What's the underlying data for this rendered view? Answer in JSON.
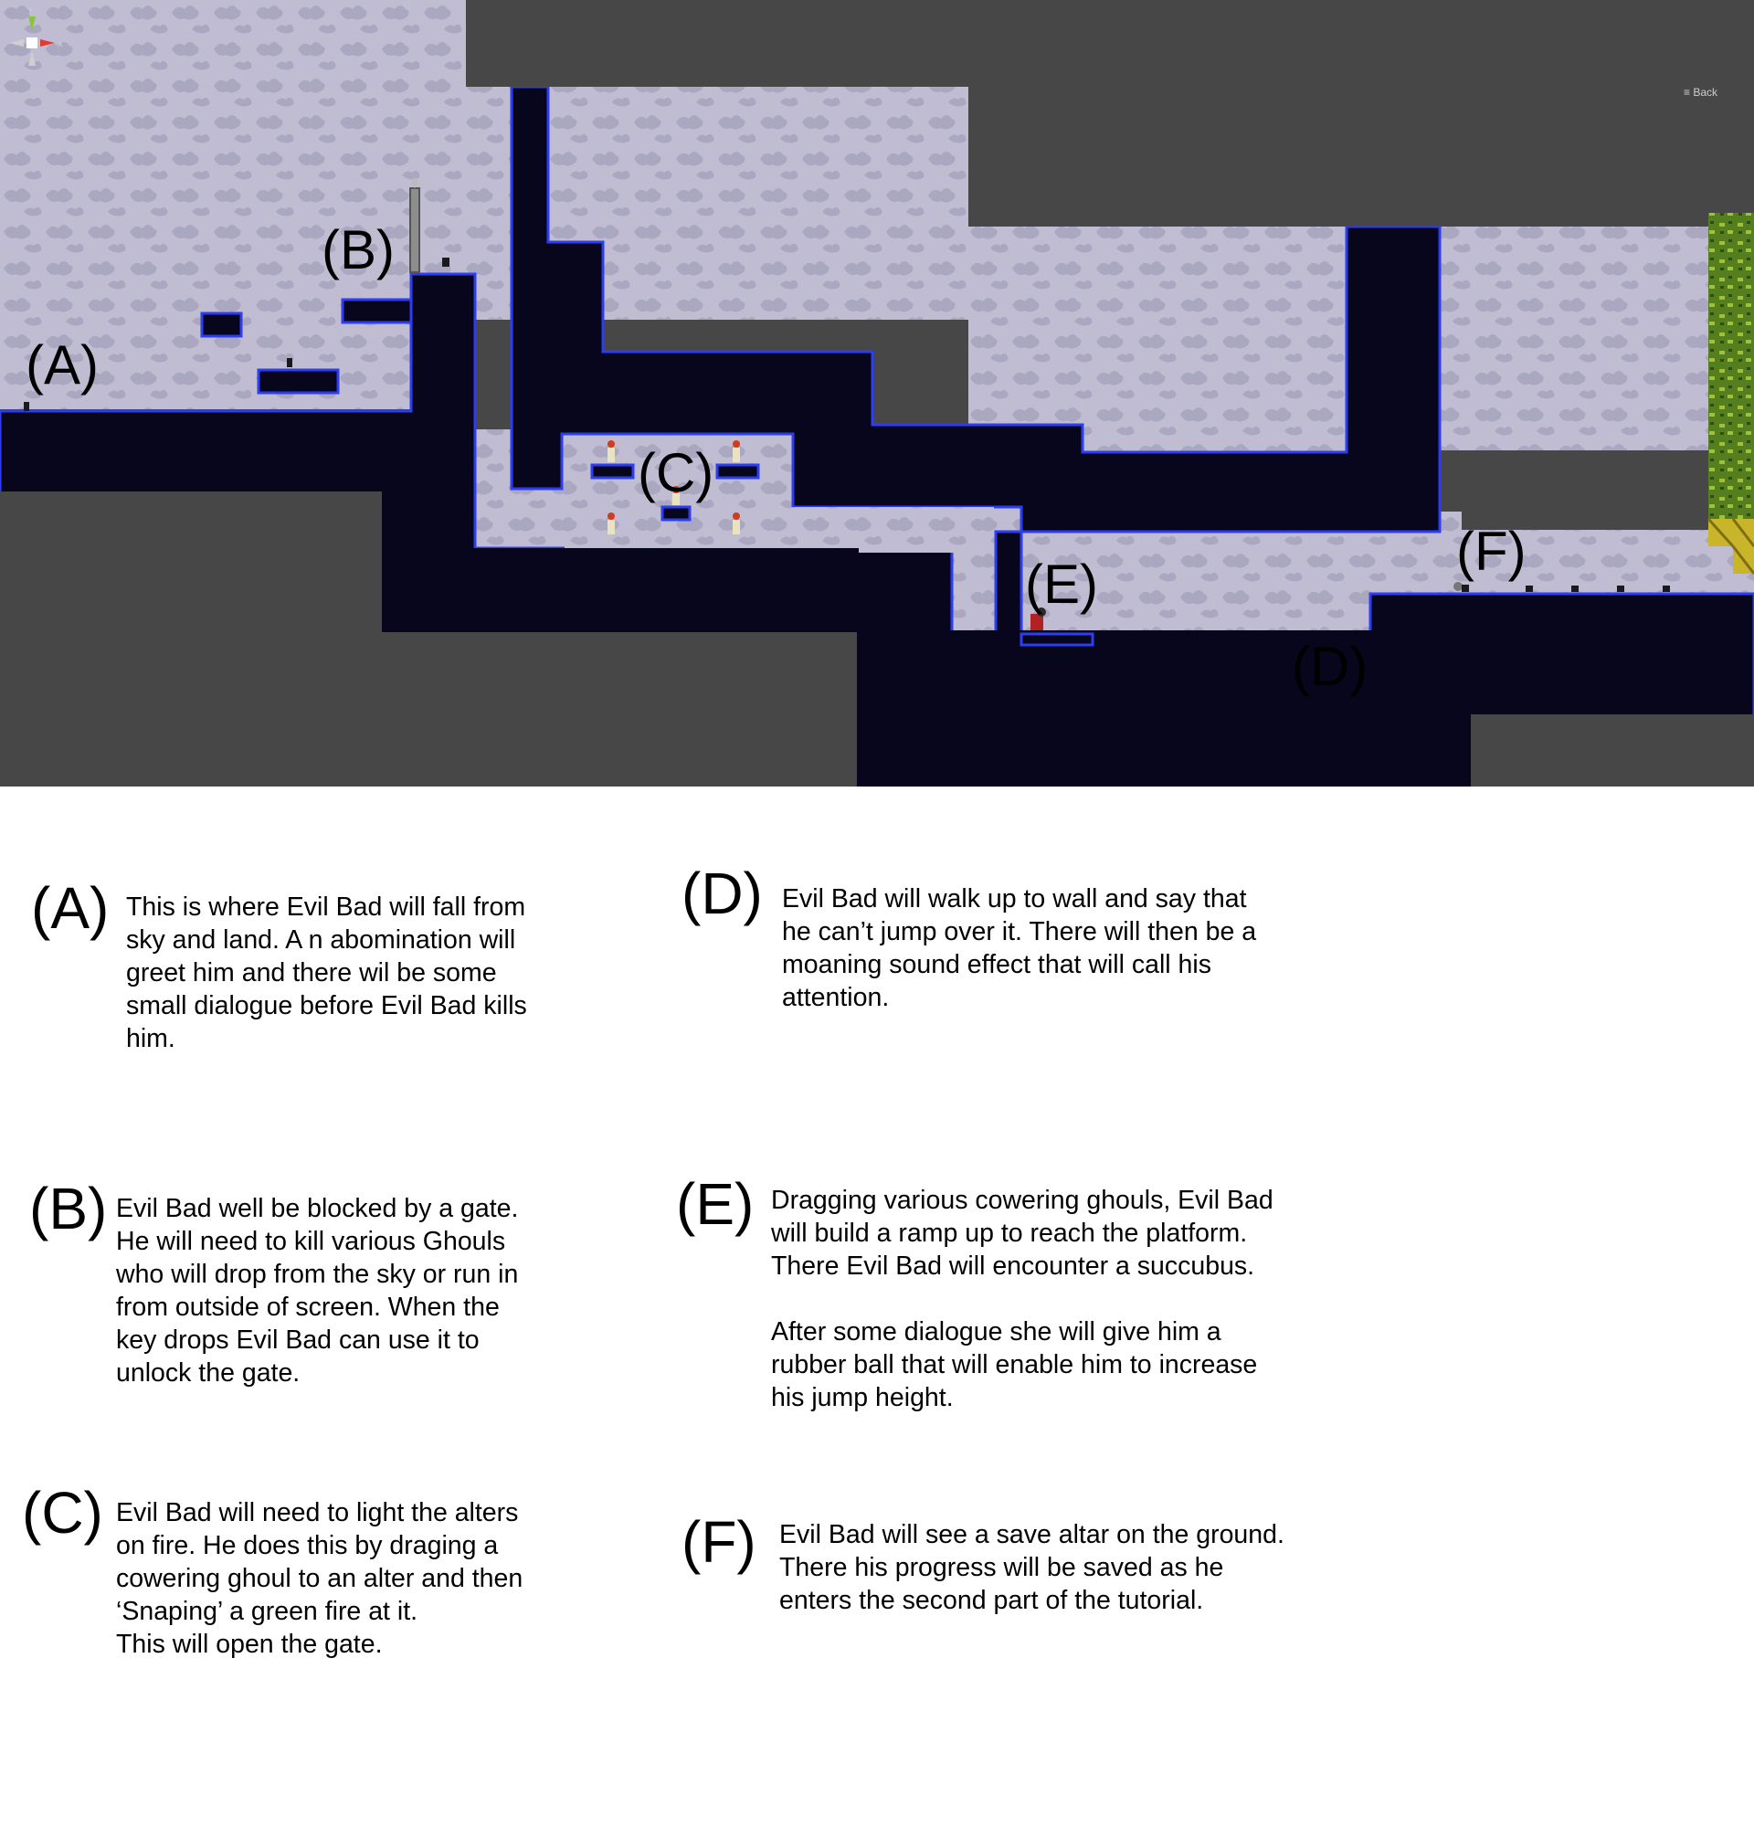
{
  "map": {
    "labels": {
      "a": "(A)",
      "b": "(B)",
      "c": "(C)",
      "d": "(D)",
      "e": "(E)",
      "f": "(F)"
    },
    "colors": {
      "void": "#474747",
      "wall": "#07061c",
      "edge": "#2c3df2",
      "background_tile": "#c0bdd3",
      "background_pattern": "#a9a6c0",
      "vine": "#4e7a1d",
      "yellow_block": "#c9b52a"
    },
    "gizmo": {
      "y_axis": "y",
      "x_axis": "x",
      "view_label": "Back"
    }
  },
  "notes": {
    "a": {
      "key": "(A)",
      "text": "This is where Evil Bad will fall from\nsky and land. A n abomination will\ngreet him and there wil be some\nsmall dialogue before Evil Bad kills\nhim."
    },
    "b": {
      "key": "(B)",
      "text": "Evil Bad well be blocked by a gate.\nHe will need to kill various Ghouls\nwho will drop from the sky or run in\nfrom outside of screen. When the\nkey drops Evil Bad can use it to\nunlock the gate."
    },
    "c": {
      "key": "(C)",
      "text": "Evil Bad will need to light the alters\non fire. He does this by draging a\ncowering ghoul to an alter and then\n‘Snaping’ a green fire at it.\nThis will open the gate."
    },
    "d": {
      "key": "(D)",
      "text": "Evil Bad will walk up to wall and say that\nhe can’t jump over it. There will then be a\nmoaning sound effect that will call his\nattention."
    },
    "e": {
      "key": "(E)",
      "text": "Dragging various cowering ghouls, Evil Bad\nwill build a ramp up to reach the platform.\nThere Evil Bad will encounter a succubus.\n\nAfter some dialogue she will give him a\nrubber ball that will enable him to increase\nhis jump height."
    },
    "f": {
      "key": "(F)",
      "text": "Evil Bad will see a save altar on the ground.\nThere his progress will be saved as he\nenters the second part of the tutorial."
    }
  }
}
